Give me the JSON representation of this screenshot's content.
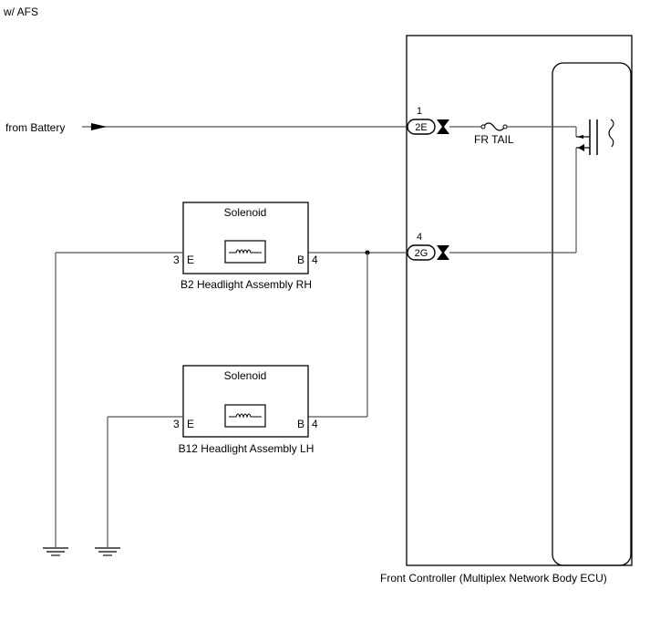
{
  "header": {
    "variant_label": "w/ AFS"
  },
  "battery": {
    "label": "from Battery"
  },
  "ecu": {
    "label": "Front Controller (Multiplex Network Body ECU)",
    "connector_top": {
      "pin": "1",
      "code": "2E"
    },
    "connector_bottom": {
      "pin": "4",
      "code": "2G"
    },
    "fuse_label": "FR TAIL"
  },
  "headlight_rh": {
    "title": "Solenoid",
    "name": "B2 Headlight Assembly RH",
    "left_pin_num": "3",
    "left_pin_name": "E",
    "right_pin_name": "B",
    "right_pin_num": "4"
  },
  "headlight_lh": {
    "title": "Solenoid",
    "name": "B12 Headlight Assembly LH",
    "left_pin_num": "3",
    "left_pin_name": "E",
    "right_pin_name": "B",
    "right_pin_num": "4"
  }
}
